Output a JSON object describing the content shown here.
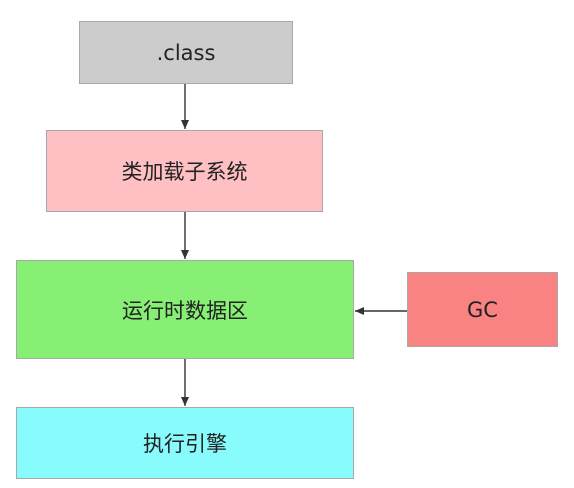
{
  "diagram": {
    "nodes": {
      "class_file": {
        "label": ".class",
        "color": "#cccccc"
      },
      "class_loader": {
        "label": "类加载子系统",
        "color": "#ffc0c4"
      },
      "runtime_data": {
        "label": "运行时数据区",
        "color": "#86ef74"
      },
      "gc": {
        "label": "GC",
        "color": "#f98282"
      },
      "execution_engine": {
        "label": "执行引擎",
        "color": "#88fbfd"
      }
    },
    "edges": [
      {
        "from": "class_file",
        "to": "class_loader"
      },
      {
        "from": "class_loader",
        "to": "runtime_data"
      },
      {
        "from": "gc",
        "to": "runtime_data"
      },
      {
        "from": "runtime_data",
        "to": "execution_engine"
      }
    ],
    "edge_color": "#333333"
  }
}
